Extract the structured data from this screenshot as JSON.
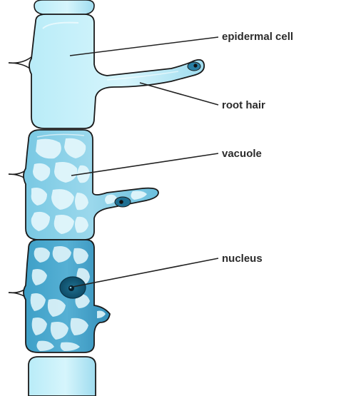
{
  "labels": {
    "epidermal_cell": "epidermal cell",
    "root_hair": "root hair",
    "vacuole": "vacuole",
    "nucleus": "nucleus"
  },
  "colors": {
    "cell_outline": "#1a1a1a",
    "cytoplasm_light": "#c8f1fb",
    "cytoplasm_mid": "#7fcde6",
    "cytoplasm_dark": "#2f93bd",
    "vacuole_fill": "#e8f8fc",
    "nucleus": "#0d4f6b",
    "pointer_line": "#222222"
  },
  "diagram_stages": [
    "young cell with long root hair",
    "cell with developing vacuoles",
    "older cell with dense vacuoles"
  ]
}
